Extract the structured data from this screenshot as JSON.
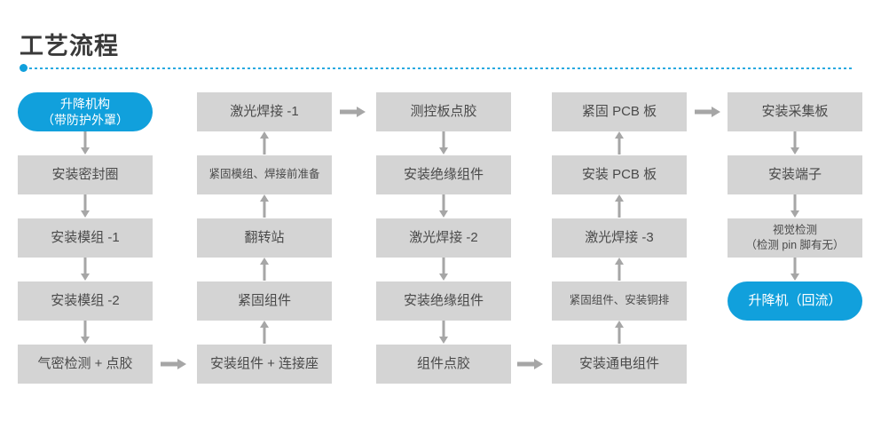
{
  "page": {
    "title": "工艺流程",
    "colors": {
      "accent": "#11a0dc",
      "node_bg": "#d4d4d4",
      "node_text": "#4a4a4a",
      "title_text": "#3a3a3a"
    }
  },
  "flow": {
    "columns": [
      {
        "id": "column-1",
        "direction": "down",
        "nodes": [
          {
            "label": "升降机构\n（带防护外罩）",
            "style": "blue",
            "lines": 2
          },
          {
            "label": "安装密封圈",
            "style": "gray",
            "lines": 1
          },
          {
            "label": "安装模组 -1",
            "style": "gray",
            "lines": 1
          },
          {
            "label": "安装模组 -2",
            "style": "gray",
            "lines": 1
          },
          {
            "label": "气密检测 + 点胶",
            "style": "gray",
            "lines": 1
          }
        ]
      },
      {
        "id": "column-2",
        "direction": "up",
        "nodes": [
          {
            "label": "激光焊接 -1",
            "style": "gray",
            "lines": 1
          },
          {
            "label": "紧固模组、焊接前准备",
            "style": "gray-small",
            "lines": 1
          },
          {
            "label": "翻转站",
            "style": "gray",
            "lines": 1
          },
          {
            "label": "紧固组件",
            "style": "gray",
            "lines": 1
          },
          {
            "label": "安装组件 + 连接座",
            "style": "gray",
            "lines": 1
          }
        ]
      },
      {
        "id": "column-3",
        "direction": "down",
        "nodes": [
          {
            "label": "测控板点胶",
            "style": "gray",
            "lines": 1
          },
          {
            "label": "安装绝缘组件",
            "style": "gray",
            "lines": 1
          },
          {
            "label": "激光焊接 -2",
            "style": "gray",
            "lines": 1
          },
          {
            "label": "安装绝缘组件",
            "style": "gray",
            "lines": 1
          },
          {
            "label": "组件点胶",
            "style": "gray",
            "lines": 1
          }
        ]
      },
      {
        "id": "column-4",
        "direction": "up",
        "nodes": [
          {
            "label": "紧固 PCB 板",
            "style": "gray",
            "lines": 1
          },
          {
            "label": "安装 PCB 板",
            "style": "gray",
            "lines": 1
          },
          {
            "label": "激光焊接 -3",
            "style": "gray",
            "lines": 1
          },
          {
            "label": "紧固组件、安装铜排",
            "style": "gray-small",
            "lines": 1
          },
          {
            "label": "安装通电组件",
            "style": "gray",
            "lines": 1
          }
        ]
      },
      {
        "id": "column-5",
        "direction": "down",
        "nodes": [
          {
            "label": "安装采集板",
            "style": "gray",
            "lines": 1
          },
          {
            "label": "安装端子",
            "style": "gray",
            "lines": 1
          },
          {
            "label": "视觉检测\n（检测 pin 脚有无）",
            "style": "gray-two-line",
            "lines": 2
          },
          {
            "label": "升降机（回流）",
            "style": "blue",
            "lines": 1
          },
          {
            "label": "",
            "style": "empty",
            "lines": 0
          }
        ]
      }
    ],
    "horizontal_arrows": [
      {
        "id": "arrow-row1-col2-to-col3",
        "from": "激光焊接 -1",
        "to": "测控板点胶"
      },
      {
        "id": "arrow-row1-col4-to-col5",
        "from": "紧固 PCB 板",
        "to": "安装采集板"
      },
      {
        "id": "arrow-row5-col1-to-col2",
        "from": "气密检测 + 点胶",
        "to": "安装组件 + 连接座"
      },
      {
        "id": "arrow-row5-col3-to-col4",
        "from": "组件点胶",
        "to": "安装通电组件"
      }
    ]
  }
}
